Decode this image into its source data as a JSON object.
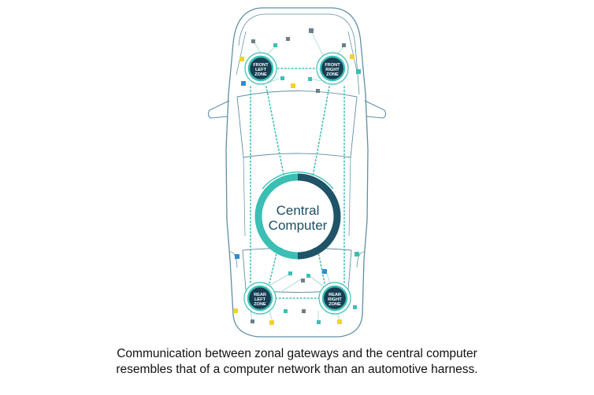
{
  "central": {
    "line1": "Central",
    "line2": "Computer"
  },
  "zones": [
    {
      "id": "front-left",
      "lines": [
        "FRONT",
        "LEFT",
        "ZONE"
      ]
    },
    {
      "id": "front-right",
      "lines": [
        "FRONT",
        "RIGHT",
        "ZONE"
      ]
    },
    {
      "id": "rear-left",
      "lines": [
        "REAR",
        "LEFT",
        "ZONE"
      ]
    },
    {
      "id": "rear-right",
      "lines": [
        "REAR",
        "RIGHT",
        "ZONE"
      ]
    }
  ],
  "caption": {
    "line1": "Communication between zonal gateways and the central computer",
    "line2": "resembles that of a computer network than an automotive harness."
  },
  "colors": {
    "outline": "#5f8fa3",
    "teal": "#3bbfb5",
    "dark": "#1f5367",
    "navy": "#173e52",
    "yellow": "#f2d22e",
    "blue": "#2f8ccf",
    "gray": "#6b7f8a"
  }
}
